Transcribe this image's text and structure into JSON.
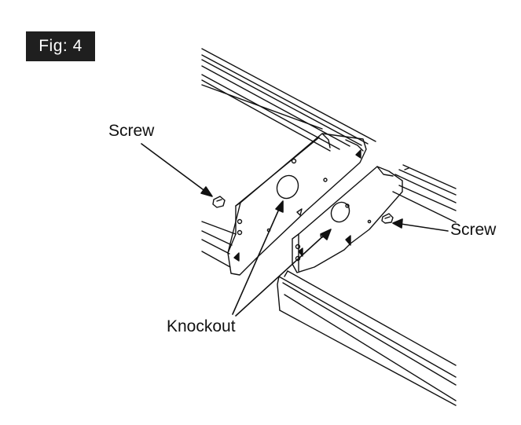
{
  "figure": {
    "badge": "Fig: 4"
  },
  "callouts": {
    "screw_left": "Screw",
    "screw_right": "Screw",
    "knockout": "Knockout"
  },
  "colors": {
    "ink": "#111111",
    "badge_bg": "#1f1f1f",
    "badge_text": "#ffffff",
    "background": "#ffffff"
  }
}
